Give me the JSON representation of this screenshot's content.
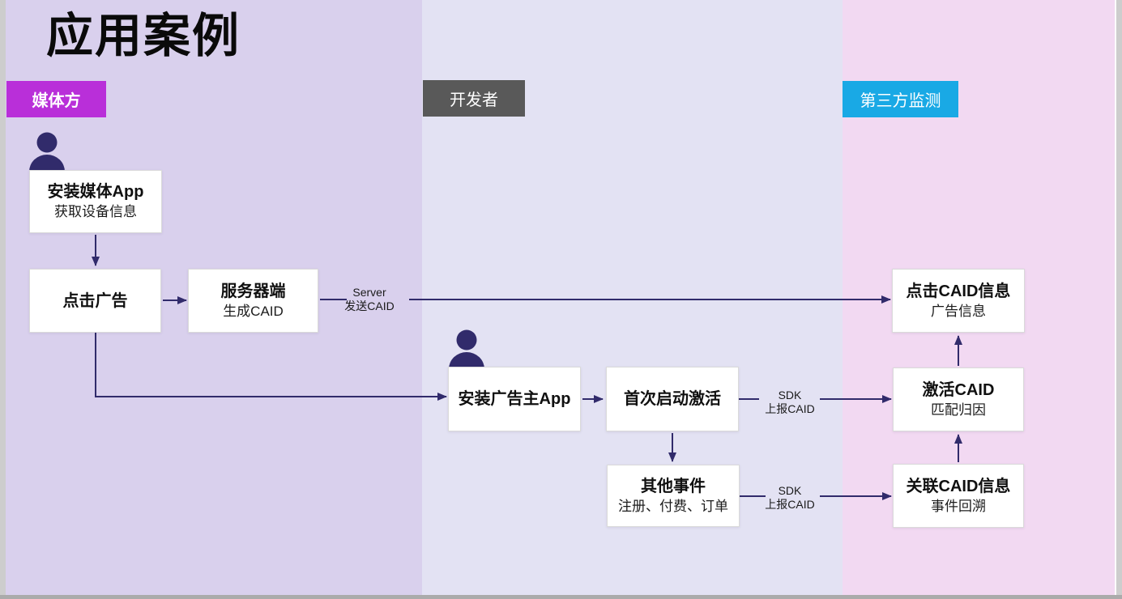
{
  "title": "应用案例",
  "lanes": [
    {
      "label": "媒体方"
    },
    {
      "label": "开发者"
    },
    {
      "label": "第三方监测"
    }
  ],
  "nodes": [
    {
      "title": "安装媒体App",
      "subtitle": "获取设备信息"
    },
    {
      "title": "点击广告",
      "subtitle": ""
    },
    {
      "title": "服务器端",
      "subtitle": "生成CAID"
    },
    {
      "title": "安装广告主App",
      "subtitle": ""
    },
    {
      "title": "首次启动激活",
      "subtitle": ""
    },
    {
      "title": "其他事件",
      "subtitle": "注册、付费、订单"
    },
    {
      "title": "点击CAID信息",
      "subtitle": "广告信息"
    },
    {
      "title": "激活CAID",
      "subtitle": "匹配归因"
    },
    {
      "title": "关联CAID信息",
      "subtitle": "事件回溯"
    }
  ],
  "edge_labels": [
    {
      "line1": "Server",
      "line2": "发送CAID"
    },
    {
      "line1": "SDK",
      "line2": "上报CAID"
    },
    {
      "line1": "SDK",
      "line2": "上报CAID"
    }
  ],
  "icons": {
    "media_user": "person-icon",
    "developer_user": "person-icon"
  },
  "colors": {
    "media_badge": "#b92fd9",
    "developer_badge": "#595959",
    "third_party_badge": "#19a9e5",
    "media_band": "#d9d0ed",
    "developer_band": "#e3e2f3",
    "third_party_band": "#f2d9f2",
    "connector": "#312b6b",
    "node_bg": "#ffffff"
  }
}
